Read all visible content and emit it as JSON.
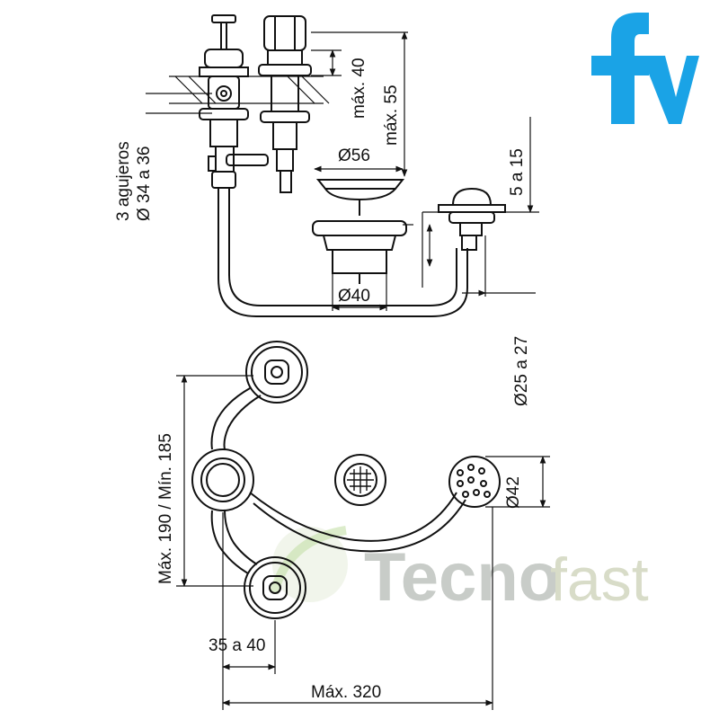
{
  "logo": {
    "text": "fv",
    "color": "#1aa3e6"
  },
  "watermark": {
    "part1": "Tecno",
    "part2": "fast",
    "color1": "#c8ccc8",
    "color2": "#d8dcc8"
  },
  "dimensions": {
    "holes_line1": "3 agujeros",
    "holes_line2": "Ø 34 a 36",
    "max40": "máx. 40",
    "max55": "máx. 55",
    "d56": "Ø56",
    "range5_15": "5 a 15",
    "d40": "Ø40",
    "d25_27": "Ø25 a 27",
    "max190_min185": "Máx. 190 / Mín. 185",
    "d42": "Ø42",
    "range35_40": "35 a 40",
    "max320": "Máx. 320"
  }
}
